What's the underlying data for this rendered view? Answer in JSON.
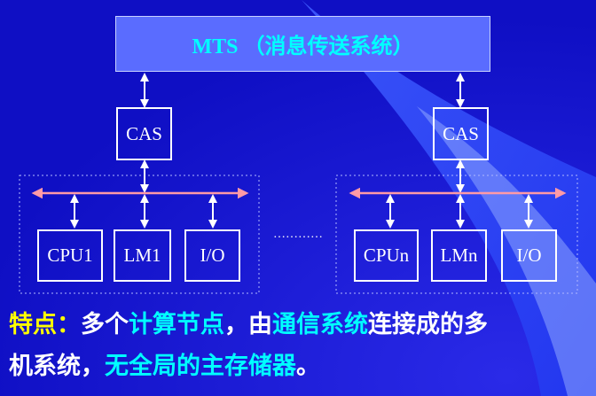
{
  "mts_label": "MTS （消息传送系统）",
  "left_node": {
    "cas": "CAS",
    "cpu": "CPU1",
    "lm": "LM1",
    "io": "I/O"
  },
  "right_node": {
    "cas": "CAS",
    "cpu": "CPUn",
    "lm": "LMn",
    "io": "I/O"
  },
  "ellipsis": "…………",
  "caption": {
    "line1": [
      {
        "text": "特点：",
        "color": "yellow"
      },
      {
        "text": "多个",
        "color": "white"
      },
      {
        "text": "计算节点",
        "color": "cyan"
      },
      {
        "text": "，由",
        "color": "white"
      },
      {
        "text": "通信系统",
        "color": "cyan"
      },
      {
        "text": "连接成的多",
        "color": "white"
      }
    ],
    "line2": [
      {
        "text": "机系统，",
        "color": "white"
      },
      {
        "text": "无全局的主存储器",
        "color": "cyan"
      },
      {
        "text": "。",
        "color": "white"
      }
    ]
  },
  "colors": {
    "background": "#1212d0",
    "mts_fill": "#5a6cff",
    "bus": "#ff9aa6",
    "cyan": "#00ffff",
    "yellow": "#ffff00"
  }
}
